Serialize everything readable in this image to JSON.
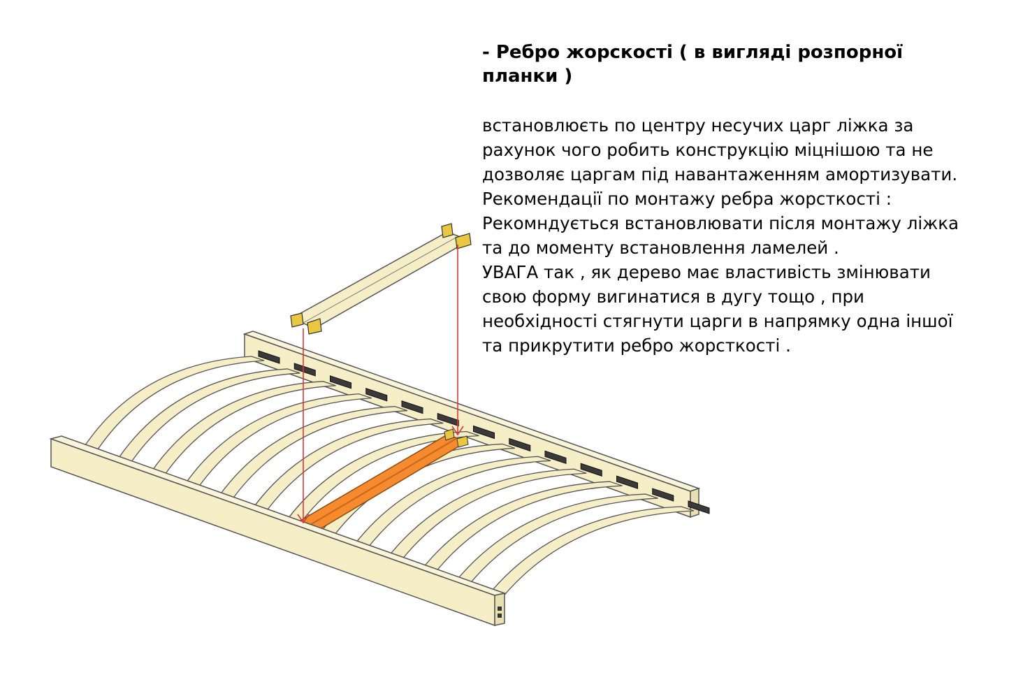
{
  "heading": {
    "line1": "- Ребро жорскості ( в вигляді розпорної",
    "line2": "планки )"
  },
  "description": {
    "lines": [
      " встановлюєть по центру несучих царг ліжка за",
      "рахунок чого робить конструкцію міцнішою та не",
      "дозволяє царгам під навантаженням амортизувати.",
      "Рекомендації по монтажу ребра жорсткості :",
      "Рекомндується встановлювати після монтажу ліжка",
      "та до моменту встановлення ламелей .",
      "УВАГА так , як дерево має властивість змінювати",
      "свою форму вигинатися в дугу тощо , при",
      "необхідності стягнути царги в напрямку одна іншої",
      "та прикрутити ребро жорсткості ."
    ]
  },
  "colors": {
    "wood": "#f5eec6",
    "wood_outline": "#555555",
    "stiffener_highlight": "#f58a2e",
    "arrow": "#d73a3a",
    "bracket": "#333333",
    "bracket_plate": "#e8c840"
  }
}
